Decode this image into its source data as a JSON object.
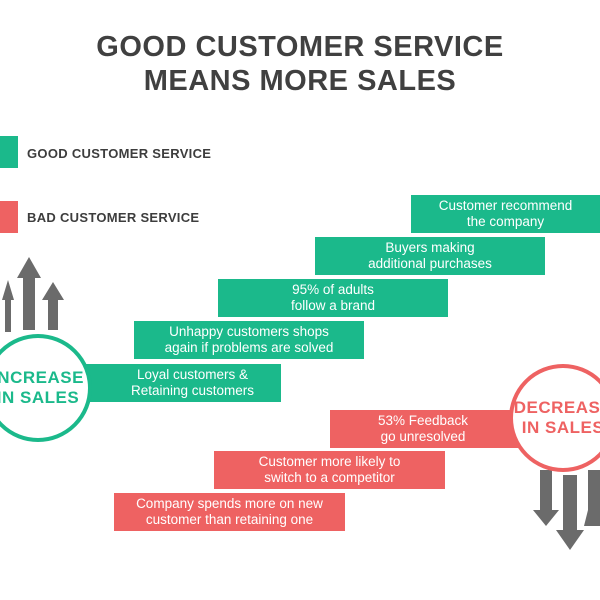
{
  "title": {
    "line1": "GOOD CUSTOMER SERVICE",
    "line2": "MEANS MORE SALES"
  },
  "legend": {
    "good": "GOOD CUSTOMER SERVICE",
    "bad": "BAD CUSTOMER SERVICE"
  },
  "colors": {
    "good": "#1bb98b",
    "bad": "#ee6262",
    "arrow": "#6b6b6b",
    "title": "#404040"
  },
  "increase": {
    "line1": "INCREASE",
    "line2": "IN SALES"
  },
  "decrease": {
    "line1": "DECREASE",
    "line2": "IN SALES"
  },
  "good_steps": [
    {
      "line1": "Loyal customers &",
      "line2": "Retaining customers"
    },
    {
      "line1": "Unhappy customers shops",
      "line2": "again if problems are solved"
    },
    {
      "line1": "95% of adults",
      "line2": "follow a brand"
    },
    {
      "line1": "Buyers making",
      "line2": "additional purchases"
    },
    {
      "line1": "Customer recommend",
      "line2": "the company"
    }
  ],
  "bad_steps": [
    {
      "line1": "53% Feedback",
      "line2": "go unresolved"
    },
    {
      "line1": "Customer more likely to",
      "line2": "switch to a competitor"
    },
    {
      "line1": "Company spends more on new",
      "line2": "customer than retaining one"
    }
  ]
}
